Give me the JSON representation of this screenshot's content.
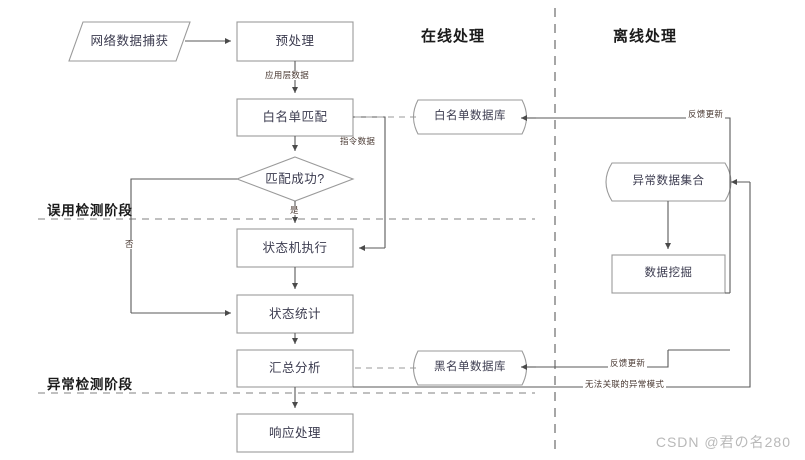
{
  "lanes": [
    {
      "id": "online",
      "label": "在线处理"
    },
    {
      "id": "offline",
      "label": "离线处理"
    }
  ],
  "phases": [
    {
      "id": "misuse",
      "label": "误用检测阶段"
    },
    {
      "id": "anomaly",
      "label": "异常检测阶段"
    }
  ],
  "nodes": [
    {
      "id": "capture",
      "label": "网络数据捕获",
      "shape": "parallelogram"
    },
    {
      "id": "preprocess",
      "label": "预处理",
      "shape": "rect"
    },
    {
      "id": "whitelist",
      "label": "白名单匹配",
      "shape": "rect"
    },
    {
      "id": "decision",
      "label": "匹配成功?",
      "shape": "diamond"
    },
    {
      "id": "statemachine",
      "label": "状态机执行",
      "shape": "rect"
    },
    {
      "id": "statestats",
      "label": "状态统计",
      "shape": "rect"
    },
    {
      "id": "summary",
      "label": "汇总分析",
      "shape": "rect"
    },
    {
      "id": "response",
      "label": "响应处理",
      "shape": "rect"
    },
    {
      "id": "whitelistdb",
      "label": "白名单数据库",
      "shape": "document"
    },
    {
      "id": "blacklistdb",
      "label": "黑名单数据库",
      "shape": "document"
    },
    {
      "id": "anomalyset",
      "label": "异常数据集合",
      "shape": "document"
    },
    {
      "id": "datamining",
      "label": "数据挖掘",
      "shape": "rect"
    }
  ],
  "edge_labels": [
    {
      "id": "applayer",
      "label": "应用层数据"
    },
    {
      "id": "cmddata",
      "label": "指令数据"
    },
    {
      "id": "yes",
      "label": "是"
    },
    {
      "id": "no",
      "label": "否"
    },
    {
      "id": "fb-white",
      "label": "反馈更新"
    },
    {
      "id": "fb-black",
      "label": "反馈更新"
    },
    {
      "id": "unrelated",
      "label": "无法关联的异常模式"
    }
  ],
  "watermark": {
    "text": "CSDN @君の名280"
  },
  "colors": {
    "node_stroke": "#9a9a9a",
    "node_text": "#3b3b4f",
    "edge_stroke": "#5a5a5a",
    "phase_divider": "#9a9a9a",
    "lane_divider": "#6b6b6b",
    "edge_label_text": "#4a3a33",
    "watermark": "#b9b9b9",
    "background": "#ffffff"
  }
}
